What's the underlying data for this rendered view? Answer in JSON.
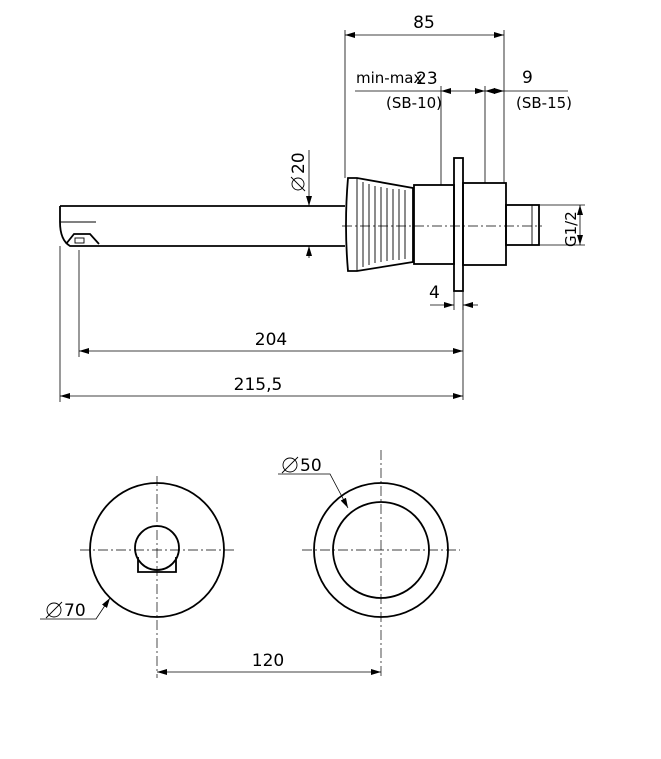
{
  "dimensions": {
    "d85": "85",
    "minmax": "min-max",
    "d23": "23",
    "sb10": "(SB-10)",
    "d9": "9",
    "sb15": "(SB-15)",
    "dia20": "20",
    "thread": "G1/2",
    "d4": "4",
    "d204": "204",
    "d2155": "215,5",
    "dia50": "50",
    "dia70": "70",
    "d120": "120"
  }
}
